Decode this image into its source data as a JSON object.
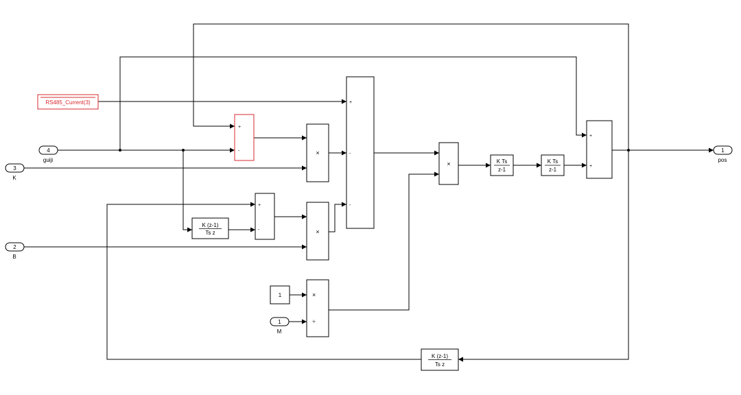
{
  "diagram": {
    "inports": [
      {
        "id": "in-guiji",
        "number": "4",
        "name": "guiji"
      },
      {
        "id": "in-k",
        "number": "3",
        "name": "K"
      },
      {
        "id": "in-b",
        "number": "2",
        "name": "B"
      },
      {
        "id": "in-m",
        "number": "1",
        "name": "M"
      }
    ],
    "outports": [
      {
        "id": "out-pos",
        "number": "1",
        "name": "pos"
      }
    ],
    "goto_block": {
      "label": "RS485_Current(3)",
      "color": "#d8282f"
    },
    "constant_block": {
      "value": "1"
    },
    "product_symbol": "×",
    "divide_symbol": "÷",
    "derivative_blocks": [
      {
        "id": "deriv-upper",
        "numerator": "K (z-1)",
        "denominator": "Ts z"
      },
      {
        "id": "deriv-bottom",
        "numerator": "K (z-1)",
        "denominator": "Ts z"
      }
    ],
    "integrator_blocks": [
      {
        "id": "integ-1",
        "numerator": "K Ts",
        "denominator": "z-1"
      },
      {
        "id": "integ-2",
        "numerator": "K Ts",
        "denominator": "z-1"
      }
    ],
    "sum_signs": {
      "red_sum": [
        "+",
        "-"
      ],
      "lower_sum": [
        "+",
        "-"
      ],
      "big_sum": [
        "+",
        "-",
        "-"
      ],
      "final_sum": [
        "+",
        "+"
      ]
    }
  }
}
